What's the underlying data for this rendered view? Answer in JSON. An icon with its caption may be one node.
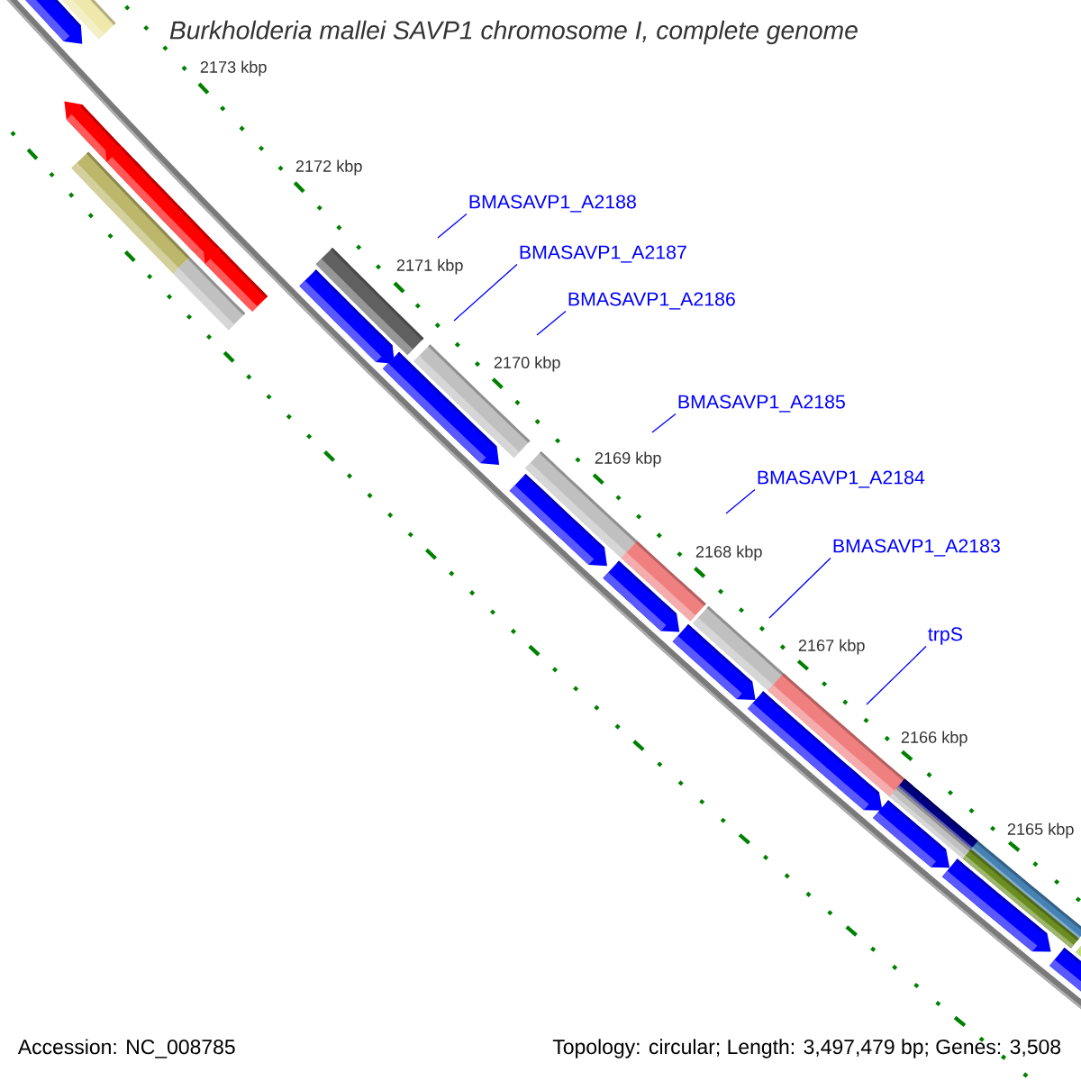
{
  "diagram": {
    "title": "Burkholderia mallei SAVP1 chromosome I, complete genome",
    "nodes": [
      {
        "text": [
          "BMASAVP1_A2188"
        ]
      },
      {
        "text": [
          "BMASAVP1_A2187"
        ]
      },
      {
        "text": [
          "BMASAVP1_A2186"
        ]
      },
      {
        "text": [
          "BMASAVP1_A2185"
        ]
      },
      {
        "text": [
          "BMASAVP1_A2184"
        ]
      },
      {
        "text": [
          "BMASAVP1_A2183"
        ]
      },
      {
        "text": [
          "trpS"
        ]
      }
    ],
    "edges": [
      {
        "from": 0,
        "to": null,
        "arrow": "none"
      },
      {
        "from": 1,
        "to": null,
        "arrow": "none"
      },
      {
        "from": 2,
        "to": null,
        "arrow": "none"
      },
      {
        "from": 3,
        "to": null,
        "arrow": "none"
      },
      {
        "from": 4,
        "to": null,
        "arrow": "none"
      },
      {
        "from": 5,
        "to": null,
        "arrow": "none"
      },
      {
        "from": 6,
        "to": null,
        "arrow": "none"
      }
    ],
    "labels": [
      "2173 kbp",
      "2172 kbp",
      "2171 kbp",
      "2170 kbp",
      "2169 kbp",
      "2168 kbp",
      "2167 kbp",
      "2166 kbp",
      "2165 kbp",
      "Accession: NC_008785",
      "Topology: circular; Length: 3,497,479 bp; Genes: 3,508"
    ]
  }
}
